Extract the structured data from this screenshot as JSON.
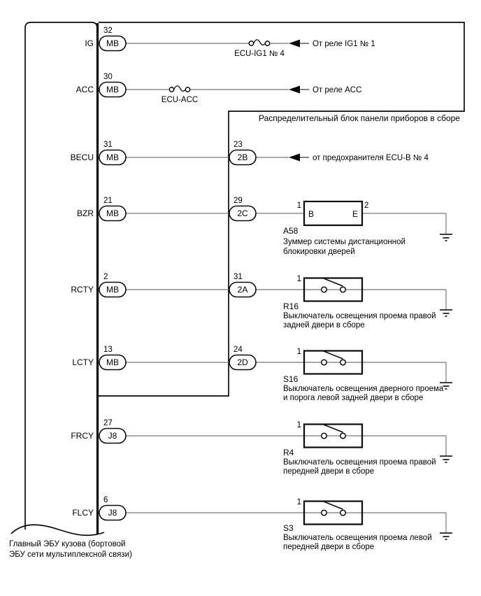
{
  "diagram": {
    "title_context": "wiring-diagram",
    "ecu": {
      "desc_lines": [
        "Главный ЭБУ кузова (бортовой",
        "ЭБУ сети мультиплексной связи)"
      ]
    },
    "jb": {
      "label": "Распределительный блок панели приборов в сборе"
    },
    "rows": [
      {
        "pin_name": "IG",
        "pin_no": "32",
        "conn": "MB",
        "fuse_label": "ECU-IG1 № 4",
        "source": "От реле IG1 № 1"
      },
      {
        "pin_name": "ACC",
        "pin_no": "30",
        "conn": "MB",
        "fuse_label": "ECU-ACC",
        "source": "От реле ACC"
      },
      {
        "pin_name": "BECU",
        "pin_no": "31",
        "conn": "MB",
        "jb_pin_no": "23",
        "jb_conn": "2B",
        "source": "от предохранителя ECU-B № 4"
      },
      {
        "pin_name": "BZR",
        "pin_no": "21",
        "conn": "MB",
        "jb_pin_no": "29",
        "jb_conn": "2C",
        "comp": {
          "id": "A58",
          "pin_in": "1",
          "pin_out": "2",
          "term_in": "B",
          "term_out": "E",
          "desc": [
            "Зуммер системы дистанционной",
            "блокировки дверей"
          ]
        }
      },
      {
        "pin_name": "RCTY",
        "pin_no": "2",
        "conn": "MB",
        "jb_pin_no": "31",
        "jb_conn": "2A",
        "comp": {
          "id": "R16",
          "pin_in": "1",
          "desc": [
            "Выключатель освещения проема правой",
            "задней двери в сборе"
          ]
        }
      },
      {
        "pin_name": "LCTY",
        "pin_no": "13",
        "conn": "MB",
        "jb_pin_no": "24",
        "jb_conn": "2D",
        "comp": {
          "id": "S16",
          "pin_in": "1",
          "desc": [
            "Выключатель освещения дверного проема",
            "и порога левой задней двери в сборе"
          ]
        }
      },
      {
        "pin_name": "FRCY",
        "pin_no": "27",
        "conn": "J8",
        "comp": {
          "id": "R4",
          "pin_in": "1",
          "desc": [
            "Выключатель освещения проема правой",
            "передней двери в сборе"
          ]
        }
      },
      {
        "pin_name": "FLCY",
        "pin_no": "6",
        "conn": "J8",
        "comp": {
          "id": "S3",
          "pin_in": "1",
          "desc": [
            "Выключатель освещения проема левой",
            "передней двери в сборе"
          ]
        }
      }
    ],
    "colors": {
      "outline": "#000000",
      "wire": "#767676",
      "text": "#000000",
      "background": "#ffffff"
    }
  }
}
